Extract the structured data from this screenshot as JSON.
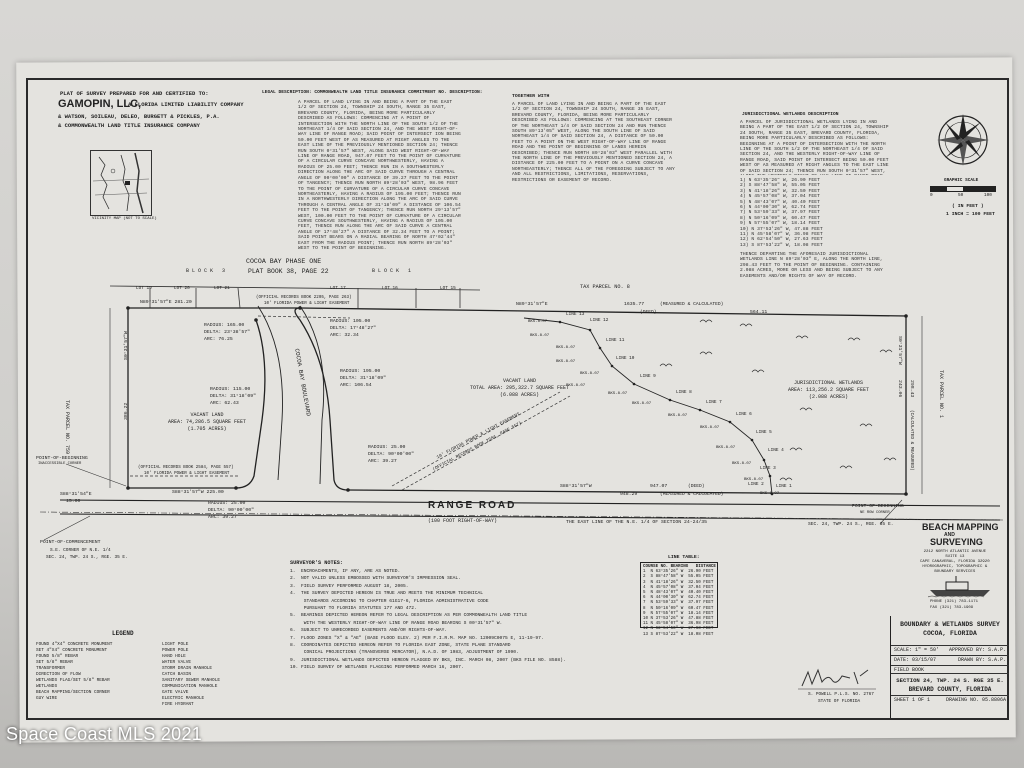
{
  "header": {
    "prepared_for": "PLAT OF SURVEY PREPARED FOR AND CERTIFIED TO:",
    "client": "GAMOPIN, LLC,",
    "client_desc": "A FLORIDA LIMITED LIABILITY COMPANY",
    "certified_1": "& WATSON, SOILEAU, DELEO, BURGETT & PICKLES, P.A.",
    "certified_2": "& COMMONWEALTH LAND TITLE INSURANCE COMPANY",
    "vicinity_caption": "VICINITY MAP (NOT TO SCALE)"
  },
  "descriptions": {
    "legal_heading": "LEGAL DESCRIPTION: COMMONWEALTH LAND TITLE INSURANCE COMMITMENT NO. DESCRIPTION:",
    "legal_text": "A PARCEL OF LAND LYING IN AND BEING A PART OF THE EAST 1/2 OF SECTION 24, TOWNSHIP 24 SOUTH, RANGE 35 EAST, BREVARD COUNTY, FLORIDA, BEING MORE PARTICULARLY DESCRIBED AS FOLLOWS: COMMENCING AT A POINT OF INTERSECTION WITH THE NORTH LINE OF THE SOUTH 1/2 OF THE NORTHEAST 1/4 OF SAID SECTION 24, AND THE WEST RIGHT-OF-WAY LINE OF RANGE ROAD; SAID POINT OF INTERSECT ION BEING 50.00 FEET WEST OF AS MEASURED AT RIGHT ANGLES TO THE EAST LINE OF THE PREVIOUSLY MENTIONED SECTION 24; THENCE RUN SOUTH 0°31'57\" WEST, ALONG SAID WEST RIGHT-OF-WAY LINE OF RANGE ROAD, 947.07 FEET TO THE POINT OF CURVATURE OF A CIRCULAR CURVE CONCAVE NORTHWESTERLY, HAVING A RADIUS OF 25.00 FEET; THENCE RUN IN A SOUTHWESTERLY DIRECTION ALONG THE ARC OF SAID CURVE THROUGH A CENTRAL ANGLE OF 90°00'00\" A DISTANCE OF 39.27 FEET TO THE POINT OF TANGENCY; THENCE RUN NORTH 89°28'03\" WEST, 98.96 FEET TO THE POINT OF CURVATURE OF A CIRCULAR CURVE CONCAVE NORTHEASTERLY, HAVING A RADIUS OF 195.00 FEET; THENCE RUN IN A NORTHWESTERLY DIRECTION ALONG THE ARC OF SAID CURVE THROUGH A CENTRAL ANGLE OF 31°18'09\" A DISTANCE OF 106.54 FEET TO THE POINT OF TANGENCY; THENCE RUN NORTH 29°13'57\" WEST, 100.00 FEET TO THE POINT OF CURVATURE OF A CIRCULAR CURVE CONCAVE SOUTHWESTERLY, HAVING A RADIUS OF 105.00 FEET, THENCE RUN ALONG THE ARC OF SAID CURVE A CENTRAL ANGLE OF 17°48'27\" A DISTANCE OF 32.34 FEET TO A POINT; SAID POINT BEARS ON A RADIAL BEARING OF NORTH 47°02'44\" EAST FROM THE RADIUS POINT; THENCE RUN NORTH 89°28'03\" WEST TO THE POINT OF BEGINNING.",
    "together_heading": "TOGETHER WITH",
    "together_text": "A PARCEL OF LAND LYING IN AND BEING A PART OF THE EAST 1/2 OF SECTION 24, TOWNSHIP 24 SOUTH, RANGE 35 EAST, BREVARD COUNTY, FLORIDA, BEING MORE PARTICULARLY DESCRIBED AS FOLLOWS: COMMENCING AT THE SOUTHEAST CORNER OF THE NORTHEAST 1/4 OF SAID SECTION 24 AND RUN THENCE SOUTH 89°13'05\" WEST, ALONG THE SOUTH LINE OF SAID NORTHEAST 1/4 OF SAID SECTION 24, A DISTANCE OF 50.00 FEET TO A POINT ON THE WEST RIGHT-OF-WAY LINE OF RANGE ROAD AND THE POINT OF BEGINNING OF LANDS HEREIN DESCRIBED; THENCE RUN NORTH 89°28'03\" WEST PARALLEL WITH THE NORTH LINE OF THE PREVIOUSLY MENTIONED SECTION 24, A DISTANCE OF 225.00 FEET TO A POINT ON A CURVE CONCAVE NORTHEASTERLY; THENCE ALL OF THE FOREGOING SUBJECT TO ANY AND ALL RESTRICTIONS, LIMITATIONS, RESERVATIONS, RESTRICTIONS OR EASEMENT OF RECORD.",
    "wetlands_heading": "JURISDICTIONAL WETLANDS DESCRIPTION",
    "wetlands_text": "A PARCEL OF JURISDICTIONAL WETLANDS LYING IN AND BEING A PART OF THE EAST 1/2 OF SECTION 24, TOWNSHIP 24 SOUTH, RANGE 35 EAST, BREVARD COUNTY, FLORIDA, BEING MORE PARTICULARLY DESCRIBED AS FOLLOWS: BEGINNING AT A POINT OF INTERSECTION WITH THE NORTH LINE OF THE SOUTH 1/2 OF THE NORTHEAST 1/4 OF SAID SECTION 24, AND THE WESTERLY RIGHT-OF-WAY LINE OF RANGE ROAD, SAID POINT OF INTERSECT BEING 50.00 FEET WEST OF AS MEASURED AT RIGHT ANGLES TO THE EAST LINE OF SAID SECTION 24; THENCE RUN SOUTH 0°31'57\" WEST, ALONG THE WESTERLY RIGHT-OF-WAY LINE OF RANGE ROAD, 243.06 FEET; THENCE THE FOLLOWING THIRTEEN (13) COURSES AND DISTANCES ALONG THE JURISDICTIONAL WETLANDS LINE.",
    "wetlands_tail": "THENCE DEPARTING THE AFORESAID JURISDICTIONAL WETLANDS LINE N 89°28'03\" E, ALONG THE NORTH LINE, 298.43 FEET TO THE POINT OF BEGINNING. CONTAINING 2.088 ACRES, MORE OR LESS AND BEING SUBJECT TO ANY EASEMENTS AND/OR RIGHTS OF WAY OF RECORD.",
    "wetlands_courses": [
      "1) N 63°35'26\" W, 26.90 FEET",
      "2) S 88°47'58\" W, 55.05 FEET",
      "3) N 41°18'26\" W, 32.50 FEET",
      "4) N 45°57'08\" W, 37.04 FEET",
      "5) N 48°43'07\" W, 40.40 FEET",
      "6) N 44°00'30\" W, 62.74 FEET",
      "7) N 53°59'33\" W, 37.97 FEET",
      "8) N 50°16'09\" W, 60.47 FEET",
      "9) N 57°55'07\" W, 18.14 FEET",
      "10) N 37°53'26\" W, 47.88 FEET",
      "11) N 45°58'07\" W, 36.98 FEET",
      "12) N 62°54'50\" W, 27.63 FEET",
      "13) S 87°53'22\" W, 18.08 FEET"
    ]
  },
  "north_arrow": {
    "scale_label": "GRAPHIC SCALE",
    "scale_marks": [
      "0",
      "50",
      "100"
    ],
    "scale_note_1": "( IN FEET )",
    "scale_note_2": "1 INCH = 100 FEET"
  },
  "plat": {
    "subdivision": "COCOA BAY PHASE ONE",
    "plat_book": "PLAT BOOK 38, PAGE 22",
    "block3": "B L O C K   3",
    "block1": "B L O C K   1",
    "lots": [
      "LOT 19",
      "LOT 20",
      "LOT 21",
      "LOT 17",
      "LOT 16",
      "LOT 15"
    ],
    "tax_parcel_n": "TAX PARCEL NO. 8",
    "tax_parcel_w": "TAX PARCEL NO. 759",
    "tax_parcel_e": "TAX PARCEL NO. 1",
    "north_bearing_w": "N89°31'57\"E  281.20",
    "north_bearing_e": "N89°31'57\"E",
    "north_dist_meas": "1635.77",
    "north_meas_note": "(MEASURED & CALCULATED)",
    "north_deed": "(DEED)",
    "north_deed_val": "564.11",
    "south_bearing_w": "S88°31'57\"W  225.00",
    "south_bearing_e": "S88°31'57\"W",
    "south_deed_val": "947.07",
    "south_deed": "(DEED)",
    "south_meas_val": "948.29",
    "south_meas_note": "(MEASURED & CALCULATED)",
    "west_bearing": "S0°31'57\"W",
    "west_dist": "386.22",
    "east_bearing": "S0°31'57\"W",
    "east_dist_a": "243.06",
    "east_dist_b": "298.43",
    "east_note": "(CALCULATED & MEASURED)",
    "curve_nw": [
      "RADIUS: 165.00",
      "DELTA: 23°38'57\"",
      "ARC: 76.25"
    ],
    "curve_n": [
      "RADIUS: 105.00",
      "DELTA: 17°48'27\"",
      "ARC: 32.34"
    ],
    "curve_w": [
      "RADIUS: 115.00",
      "DELTA: 31°18'09\"",
      "ARC: 62.43"
    ],
    "curve_c": [
      "RADIUS: 195.00",
      "DELTA: 31°18'09\"",
      "ARC: 106.54"
    ],
    "curve_s": [
      "RADIUS: 25.00",
      "DELTA: 90°00'00\"",
      "ARC: 39.27"
    ],
    "curve_sw": [
      "RADIUS: 25.00",
      "DELTA: 90°00'00\"",
      "ARC: 39.27"
    ],
    "vacant_w": [
      "VACANT LAND",
      "AREA: 74,286.5 SQUARE FEET",
      "(1.705 ACRES)"
    ],
    "vacant_c": [
      "VACANT LAND",
      "TOTAL AREA: 295,322.7 SQUARE FEET",
      "(6.088 ACRES)"
    ],
    "wetlands_area": [
      "JURISDICTIONAL WETLANDS",
      "AREA: 113,256.2 SQUARE FEET",
      "(2.088 ACRES)"
    ],
    "boulevard": "COCOA BAY BOULEVARD",
    "easement": "10' FLORIDA POWER & LIGHT EASEMENT",
    "easement_book": "(OFFICIAL RECORDS BOOK 2584, PAGE 557)",
    "record_book_n": "(OFFICIAL RECORDS BOOK 2205, PAGE 263)",
    "fpl_n": "10' FLORIDA POWER & LIGHT EASEMENT",
    "record_book_sw": "(OFFICIAL RECORDS BOOK 2584, PAGE 557)",
    "fpl_sw": "10' FLORIDA POWER & LIGHT EASEMENT",
    "pob": "POINT-OF-BEGINNING",
    "pob_sub": "INACCESSIBLE CORNER",
    "pob_bearing": "S88°31'54\"E",
    "pob_dist": "15.00",
    "poc": "POINT-OF-COMMENCEMENT",
    "poc_sub": [
      "S.E. CORNER OF N.E. 1/4",
      "SEC. 24, TWP. 24 S., RGE. 35 E."
    ],
    "pob_e": "POINT-OF-BEGINNING",
    "pob_e_sub": "NE ROW CORNER",
    "road": "RANGE ROAD",
    "road_row": "(100 FOOT RIGHT-OF-WAY)",
    "east_line": "THE EAST LINE OF THE N.E. 1/4 OF SECTION 24-24/35",
    "sec_ref": "SEC. 24, TWP. 24 S., RGE. 35 E.",
    "line_labels": [
      "LINE 13",
      "LINE 12",
      "LINE 11",
      "LINE 10",
      "LINE 9",
      "LINE 8",
      "LINE 7",
      "LINE 6",
      "LINE 5",
      "LINE 4",
      "LINE 3",
      "LINE 2",
      "LINE 1"
    ],
    "flag_labels": [
      "BKS-8-07",
      "BKS-8-07",
      "BKS-8-07",
      "BKS-8-07",
      "BKS-8-07",
      "BKS-8-07",
      "BKS-8-07",
      "BKS-8-07",
      "BKS-8-07",
      "BKS-8-07",
      "BKS-8-07",
      "BKS-8-07",
      "BKS-8-07",
      "BKS-8-07"
    ]
  },
  "notes": {
    "heading": "SURVEYOR'S NOTES:",
    "items": [
      "1.  ENCROACHMENTS, IF ANY, ARE AS NOTED.",
      "2.  NOT VALID UNLESS EMBOSSED WITH SURVEYOR'S IMPRESSION SEAL.",
      "3.  FIELD SURVEY PERFORMED AUGUST 18, 2005.",
      "4.  THE SURVEY DEPICTED HEREON IS TRUE AND MEETS THE MINIMUM TECHNICAL",
      "     STANDARDS ACCORDING TO CHAPTER 61G17-6, FLORIDA ADMINISTRATIVE CODE",
      "     PURSUANT TO FLORIDA STATUTES 177 AND 472.",
      "5.  BEARINGS DEPICTED HEREON REFER TO LEGAL DESCRIPTION AS PER COMMONWEALTH LAND TITLE",
      "     WITH THE WESTERLY RIGHT-OF-WAY LINE OF RANGE ROAD BEARING S 00°31'57\" W.",
      "6.  SUBJECT TO UNRECORDED EASEMENTS AND/OR RIGHTS-OF-WAY.",
      "7.  FLOOD ZONES \"X\" & \"AE\" (BASE FLOOD ELEV. 2) PER F.I.R.M. MAP NO. 12009C0075 E, 11-19-97.",
      "8.  COORDINATES DEPICTED HEREON REFER TO FLORIDA EAST ZONE, STATE PLANE STANDARD",
      "     CONICAL PROJECTIONS (TRANSVERSE MERCATOR), N.A.D. OF 1983, ADJUSTMENT OF 1990.",
      "9.  JURISDICTIONAL WETLANDS DEPICTED HEREON FLAGGED BY BKS, INC. MARCH 08, 2007 (BKS FILE NO. 8588).",
      "10. FIELD SURVEY OF WETLANDS FLAGGING PERFORMED MARCH 16, 2007."
    ]
  },
  "line_table": {
    "heading": "LINE TABLE:",
    "columns": "COURSE NO. BEARING   DISTANCE",
    "rows": [
      "1  N 63°35'26\" W  26.90 FEET",
      "2  S 88°47'58\" W  55.05 FEET",
      "3  N 41°18'26\" W  32.50 FEET",
      "4  N 45°57'08\" W  37.04 FEET",
      "5  N 48°43'07\" W  40.40 FEET",
      "6  N 44°00'30\" W  62.74 FEET",
      "7  N 53°59'33\" W  37.97 FEET",
      "8  N 50°16'09\" W  60.47 FEET",
      "9  N 57°55'07\" W  18.14 FEET",
      "10 N 37°53'26\" W  47.88 FEET",
      "11 N 45°58'07\" W  36.98 FEET",
      "12 N 62°54'50\" W  27.63 FEET",
      "13 S 87°53'22\" W  18.08 FEET"
    ]
  },
  "legend": {
    "heading": "LEGEND",
    "col1": [
      "FOUND 4\"X4\" CONCRETE MONUMENT",
      "SET 4\"X4\" CONCRETE MONUMENT",
      "FOUND 5/8\" REBAR",
      "SET 5/8\" REBAR",
      "TRANSFORMER",
      "DIRECTION OF FLOW",
      "WETLANDS FLAG/SET 5/8\" REBAR",
      "WETLANDS",
      "BEACH MAPPING/SECTION CORNER",
      "GUY WIRE"
    ],
    "col2": [
      "LIGHT POLE",
      "POWER POLE",
      "HAND HOLE",
      "WATER VALVE",
      "STORM DRAIN MANHOLE",
      "CATCH BASIN",
      "SANITARY SEWER MANHOLE",
      "COMMUNICATION MANHOLE",
      "GATE VALVE",
      "ELECTRIC MANHOLE",
      "FIRE HYDRANT"
    ]
  },
  "company": {
    "name_1": "BEACH MAPPING",
    "amp": "AND",
    "name_2": "SURVEYING",
    "address": [
      "2212 NORTH ATLANTIC AVENUE",
      "SUITE 13",
      "CAPE CANAVERAL, FLORIDA 32920",
      "HYDROGRAPHIC, TOPOGRAPHIC &",
      "BOUNDARY SERVICES"
    ],
    "phone": "PHONE (321) 783-1171",
    "fax": "FAX (321) 783-1909"
  },
  "title_block": {
    "title_1": "BOUNDARY & WETLANDS SURVEY",
    "title_2": "COCOA, FLORIDA",
    "scale": "SCALE: 1\" = 50'",
    "approved": "APPROVED BY: S.A.P.",
    "drawn": "DRAWN BY: S.A.P.",
    "date": "DATE: 03/15/07",
    "field_book": "FIELD BOOK",
    "section": "SECTION 24, TWP. 24 S. RGE 35 E.",
    "county": "BREVARD COUNTY, FLORIDA",
    "sheet": "SHEET 1 OF 1",
    "drawing": "DRAWING NO. 05.8806A"
  },
  "signature": {
    "name": "S. POWELL P.L.S. NO. 2767",
    "state": "STATE OF FLORIDA"
  },
  "watermark": "Space Coast MLS 2021"
}
